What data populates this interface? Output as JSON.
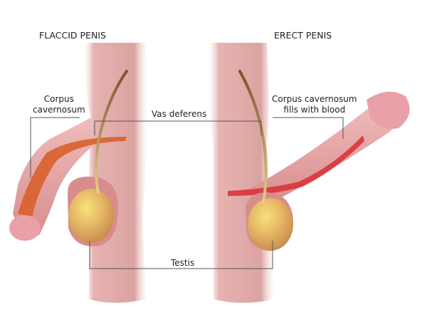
{
  "diagram": {
    "panels": [
      {
        "id": "flaccid",
        "title": "FLACCID PENIS"
      },
      {
        "id": "erect",
        "title": "ERECT PENIS"
      }
    ],
    "labels": {
      "corpus_left_line1": "Corpus",
      "corpus_left_line2": "cavernosum",
      "vas_deferens": "Vas deferens",
      "corpus_right_line1": "Corpus cavernosum",
      "corpus_right_line2": "fills with blood",
      "testis": "Testis"
    },
    "colors": {
      "skin": "#e3a9a6",
      "skin_dark": "#c98580",
      "glans": "#eaa0a8",
      "corpus_flaccid": "#d8612e",
      "corpus_erect": "#d9343a",
      "testis": "#e0b466",
      "vas": "#b08a4e",
      "line": "#555555"
    }
  }
}
